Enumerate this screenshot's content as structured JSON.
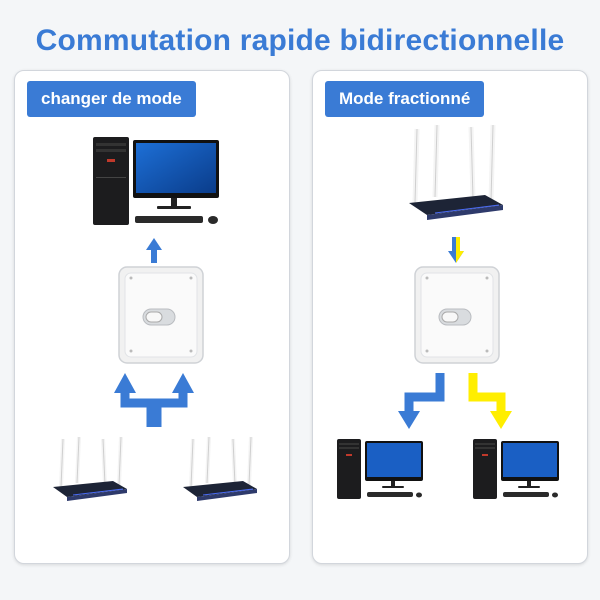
{
  "title": "Commutation rapide bidirectionnelle",
  "panels": {
    "left": {
      "label": "changer de mode"
    },
    "right": {
      "label": "Mode fractionné"
    }
  },
  "colors": {
    "title": "#3a7bd5",
    "label_bg": "#3a7bd5",
    "arrow_blue": "#3a7bd5",
    "arrow_yellow": "#ffee00"
  },
  "icons": [
    "computer-icon",
    "router-icon",
    "switch-box-icon",
    "arrow-icon"
  ]
}
